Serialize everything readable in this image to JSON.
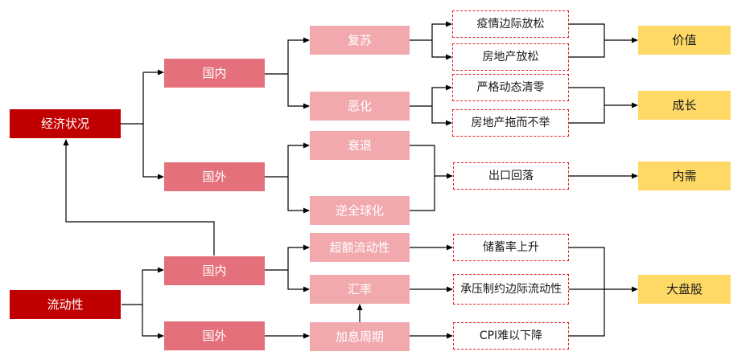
{
  "roots": {
    "economy": "经济状况",
    "liquidity": "流动性"
  },
  "economy_branch": {
    "domestic": "国内",
    "overseas": "国外",
    "recovery": "复苏",
    "deterioration": "恶化",
    "recession": "衰退",
    "deglobalization": "逆全球化"
  },
  "liquidity_branch": {
    "domestic": "国内",
    "overseas": "国外",
    "excess_liquidity": "超额流动性",
    "exchange_rate": "汇率",
    "rate_hike_cycle": "加息周期"
  },
  "mechanisms": {
    "epidemic_easing": "疫情边际放松",
    "property_easing": "房地产放松",
    "strict_zero_covid": "严格动态清零",
    "property_drag": "房地产拖而不举",
    "export_decline": "出口回落",
    "savings_rise": "储蓄率上升",
    "fx_pressure": "承压制约边际流动性",
    "cpi_sticky": "CPI难以下降"
  },
  "outcomes": {
    "value": "价值",
    "growth": "成长",
    "domestic_demand": "内需",
    "large_cap": "大盘股"
  },
  "colors": {
    "root": "#c00000",
    "level1": "#e3707a",
    "level2": "#f1a9ae",
    "mechanism_border": "#e02020",
    "outcome": "#ffd966"
  }
}
